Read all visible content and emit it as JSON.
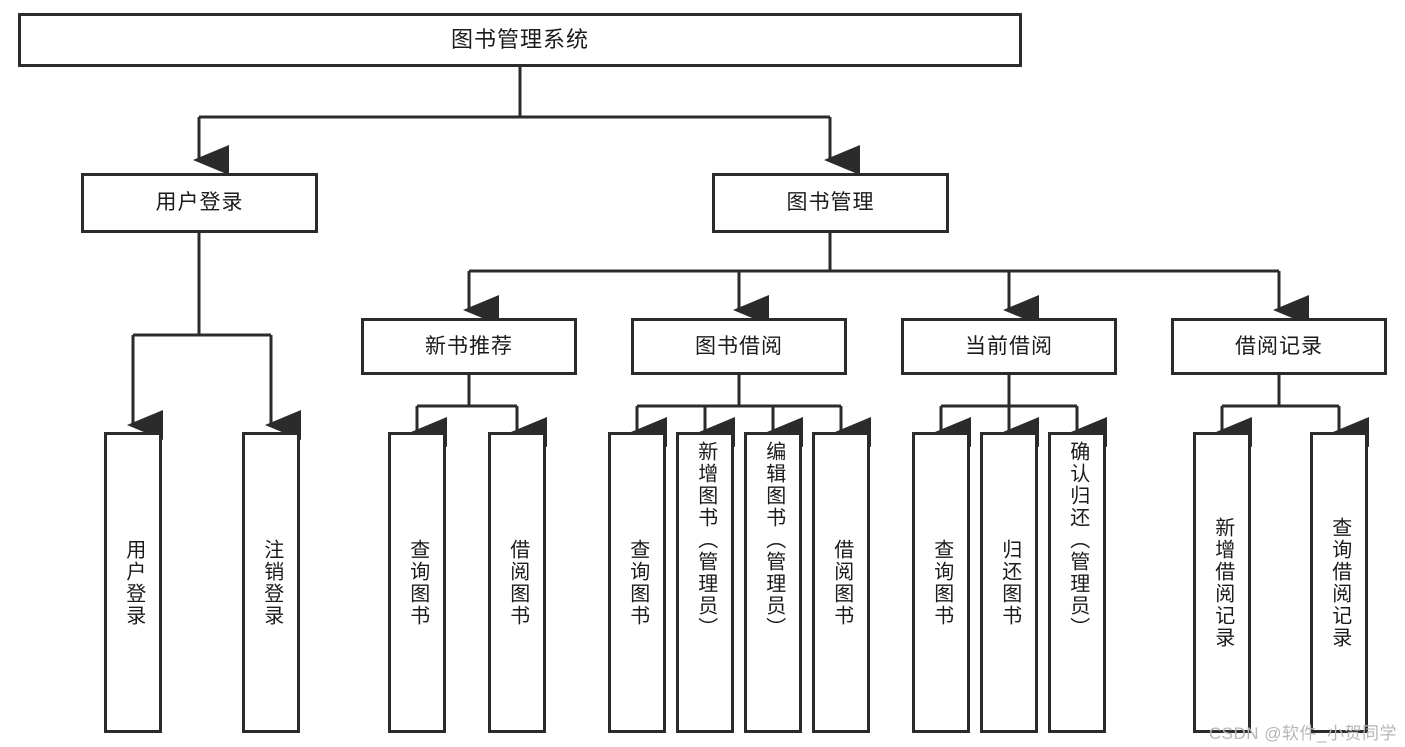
{
  "diagram": {
    "title": "图书管理系统",
    "type": "hierarchy-tree",
    "root": {
      "id": "root",
      "label": "图书管理系统"
    },
    "level1": [
      {
        "id": "user-login",
        "label": "用户登录"
      },
      {
        "id": "book-management",
        "label": "图书管理"
      }
    ],
    "level2": [
      {
        "id": "new-book-recommend",
        "label": "新书推荐",
        "parent": "book-management"
      },
      {
        "id": "book-borrow",
        "label": "图书借阅",
        "parent": "book-management"
      },
      {
        "id": "current-borrow",
        "label": "当前借阅",
        "parent": "book-management"
      },
      {
        "id": "borrow-record",
        "label": "借阅记录",
        "parent": "book-management"
      }
    ],
    "leaves": {
      "user_login": [
        {
          "id": "leaf-user-login",
          "label": "用户登录"
        },
        {
          "id": "leaf-logout-login",
          "label": "注销登录"
        }
      ],
      "new_book_recommend": [
        {
          "id": "leaf-query-book-1",
          "label": "查询图书"
        },
        {
          "id": "leaf-borrow-book-1",
          "label": "借阅图书"
        }
      ],
      "book_borrow": [
        {
          "id": "leaf-query-book-2",
          "label": "查询图书"
        },
        {
          "id": "leaf-add-book",
          "label": "新增图书（管理员）"
        },
        {
          "id": "leaf-edit-book",
          "label": "编辑图书（管理员）"
        },
        {
          "id": "leaf-borrow-book-2",
          "label": "借阅图书"
        }
      ],
      "current_borrow": [
        {
          "id": "leaf-query-book-3",
          "label": "查询图书"
        },
        {
          "id": "leaf-return-book",
          "label": "归还图书"
        },
        {
          "id": "leaf-confirm-return",
          "label": "确认归还（管理员）"
        }
      ],
      "borrow_record": [
        {
          "id": "leaf-add-record",
          "label": "新增借阅记录"
        },
        {
          "id": "leaf-query-record",
          "label": "查询借阅记录"
        }
      ]
    }
  },
  "watermark": {
    "text": "CSDN @软件_小贺同学"
  },
  "colors": {
    "border": "#2b2b2b",
    "fill": "#ffffff",
    "text": "#1b1b1b",
    "watermark": "#b6b6b6",
    "background": "#ffffff"
  }
}
